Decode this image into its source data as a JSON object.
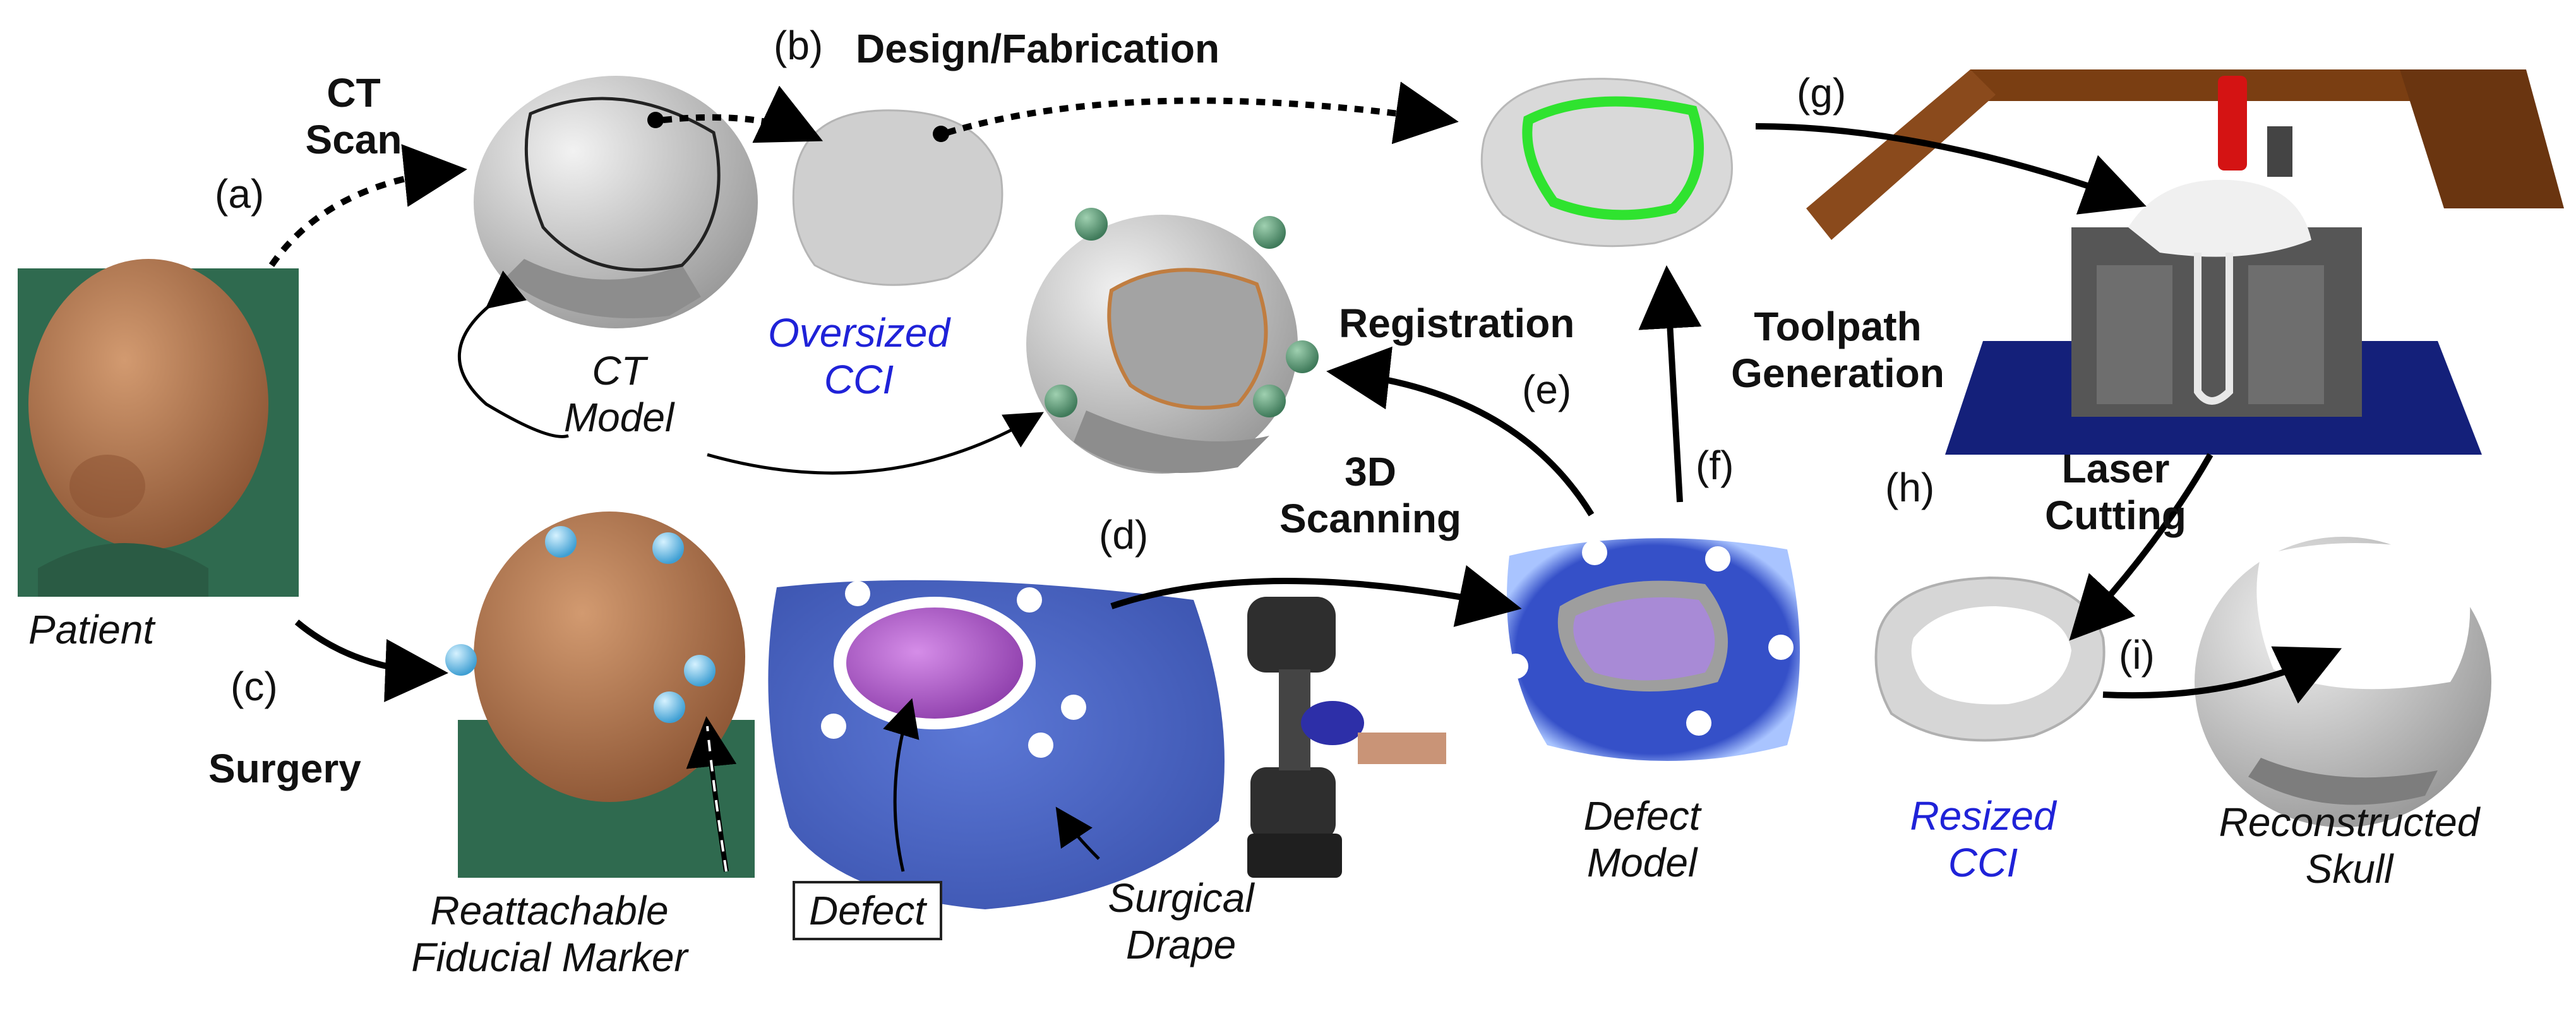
{
  "steps": {
    "a": "(a)",
    "b": "(b)",
    "c": "(c)",
    "d": "(d)",
    "e": "(e)",
    "f": "(f)",
    "g": "(g)",
    "h": "(h)",
    "i": "(i)"
  },
  "processes": {
    "ct_scan": [
      "CT",
      "Scan"
    ],
    "design": "Design/Fabrication",
    "surgery": "Surgery",
    "scanning": [
      "3D",
      "Scanning"
    ],
    "registration": "Registration",
    "toolpath": [
      "Toolpath",
      "Generation"
    ],
    "laser": [
      "Laser",
      "Cutting"
    ]
  },
  "objects": {
    "patient": "Patient",
    "ct_model": [
      "CT",
      "Model"
    ],
    "oversized_cci": [
      "Oversized",
      "CCI"
    ],
    "marker": [
      "Reattachable",
      "Fiducial Marker"
    ],
    "defect": "Defect",
    "drape": [
      "Surgical",
      "Drape"
    ],
    "defect_model": [
      "Defect",
      "Model"
    ],
    "resized_cci": [
      "Resized",
      "CCI"
    ],
    "reconstructed": [
      "Reconstructed",
      "Skull"
    ]
  },
  "colors": {
    "label_blue": "#1f22d8",
    "skin": "#b77a52",
    "drape": "#4a66c7",
    "brain": "#a54fc2",
    "marker": "#7ec8ea",
    "bone": "#c9c9c9",
    "toolpath_green": "#2fe32f",
    "frame_wood": "#7a3e12",
    "bed_blue": "#14207a",
    "laser_red": "#d41313"
  }
}
